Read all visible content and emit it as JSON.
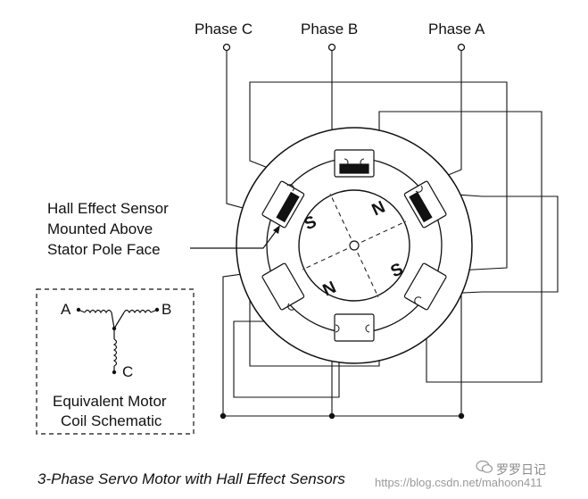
{
  "phases": {
    "c": "Phase C",
    "b": "Phase B",
    "a": "Phase A"
  },
  "sensor_label": [
    "Hall Effect Sensor",
    "Mounted Above",
    "Stator Pole Face"
  ],
  "rotor_poles": [
    "N",
    "S",
    "N",
    "S"
  ],
  "schematic": {
    "terminals": [
      "A",
      "B",
      "C"
    ],
    "caption": [
      "Equivalent Motor",
      "Coil Schematic"
    ]
  },
  "figure_caption": "3-Phase Servo Motor with Hall Effect Sensors",
  "watermark": {
    "brand": "罗罗日记",
    "url": "https://blog.csdn.net/mahoon411"
  }
}
